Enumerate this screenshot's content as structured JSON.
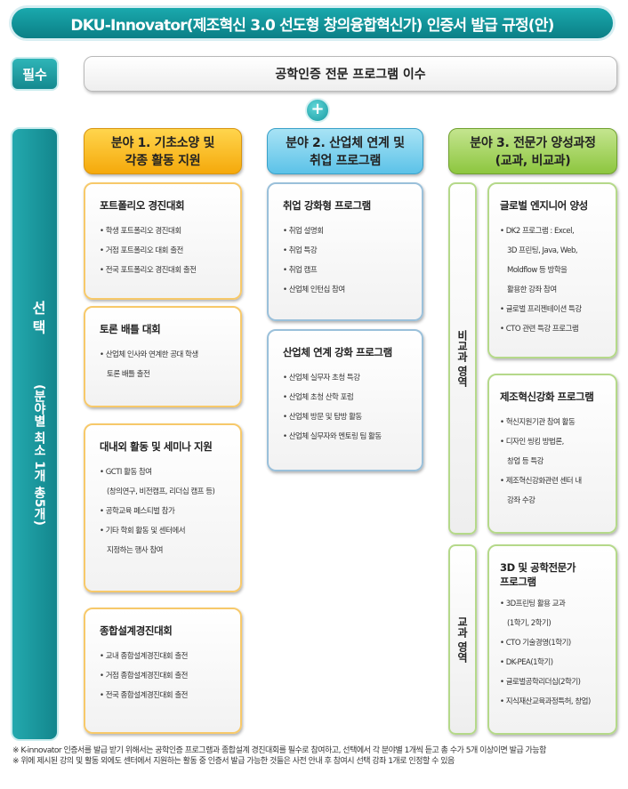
{
  "title": "DKU-Innovator(제조혁신 3.0 선도형 창의융합혁신가) 인증서 발급 규정(안)",
  "required": {
    "label": "필수",
    "program": "공학인증 전문 프로그램 이수"
  },
  "plus_symbol": "+",
  "selection": {
    "label": "선 택",
    "sub": "(분야별 최소 1개 총5개)"
  },
  "areas": [
    {
      "header_line1": "분야 1. 기초소양 및",
      "header_line2": "각종 활동 지원",
      "boxes": [
        {
          "title": "포트폴리오 경진대회",
          "items": [
            "학생 포트폴리오 경진대회",
            "거점 포트폴리오 대회 출전",
            "전국 포트폴리오 경진대회 출전"
          ]
        },
        {
          "title": "토론 배틀 대회",
          "items": [
            "산업체 인사와 연계한 공대 학생",
            "토론 배틀 출전"
          ]
        },
        {
          "title": "대내외 활동 및 세미나 지원",
          "items": [
            "GCTI 활동 참여",
            "(창의연구, 비전캠프, 리더십 캠프 등)",
            "공학교육 페스티벌 참가",
            "기타 학회 활동 및 센터에서",
            "지정하는 행사 참여"
          ]
        },
        {
          "title": "종합설계경진대회",
          "items": [
            "교내 종합설계경진대회 출전",
            "거점 종합설계경진대회 출전",
            "전국 종합설계경진대회 출전"
          ]
        }
      ]
    },
    {
      "header_line1": "분야 2. 산업체 연계 및",
      "header_line2": "취업 프로그램",
      "boxes": [
        {
          "title": "취업 강화형 프로그램",
          "items": [
            "취업 설명회",
            "취업 특강",
            "취업 캠프",
            "산업체 인턴십 참여"
          ]
        },
        {
          "title": "산업체 연계 강화 프로그램",
          "items": [
            "산업체 실무자 초청 특강",
            "산업체 초청 산학 포럼",
            "산업체 방문 및 탐방 활동",
            "산업체 실무자와 멘토링 팀 활동"
          ]
        }
      ]
    },
    {
      "header_line1": "분야 3. 전문가 양성과정",
      "header_line2": "(교과, 비교과)",
      "sub_noncurricular": "비교과 영역",
      "sub_curricular": "교과 영역",
      "boxes": [
        {
          "title": "글로벌 엔지니어 양성",
          "items": [
            "DK2 프로그램 : Excel,",
            "3D 프린팅, Java, Web,",
            "Moldflow 등 방학을",
            "활용한 강좌 참여",
            "글로벌 프리젠테이션 특강",
            "CTO 관련 특강 프로그램"
          ]
        },
        {
          "title": "제조혁신강화 프로그램",
          "items": [
            "혁신지원기관 참여 활동",
            "디자인 씽킹 방법론,",
            "창업 등 특강",
            "제조혁신강화관련 센터 내",
            "강좌 수강"
          ]
        },
        {
          "title_line1": "3D 및 공학전문가",
          "title_line2": "프로그램",
          "items": [
            "3D프린팅 활용 교과",
            "(1학기, 2학기)",
            "CTO 기술경영(1학기)",
            "DK-PEA(1학기)",
            "글로벌공학리더십(2학기)",
            "지식재산교육과정특허, 창업)"
          ]
        }
      ]
    }
  ],
  "notes": [
    "※ K-innovator 인증서를 발급 받기 위해서는 공학인증 프로그램과 종합설계 경진대회를 필수로 참여하고, 선택에서 각 분야별 1개씩 듣고 총 수가 5개 이상이면 발급 가능함",
    "※ 위에 제시된 강의 및 활동 외에도 센터에서 지원하는 활동 중 인증서 발급 가능한 것들은 사전 안내 후 참여시 선택 강좌 1개로 인정할 수 있음"
  ]
}
